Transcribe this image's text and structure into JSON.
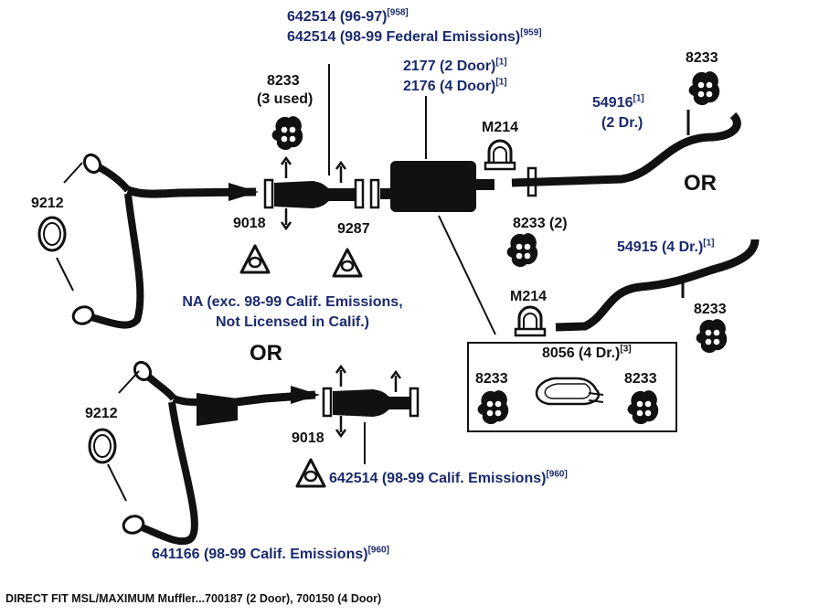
{
  "labels": {
    "p642514_a": "642514 (96-97)",
    "p642514_a_ref": "[958]",
    "p642514_b": "642514 (98-99 Federal Emissions)",
    "p642514_b_ref": "[959]",
    "p8233_top": "8233",
    "p3_used": "(3 used)",
    "p2177": "2177 (2 Door)",
    "p2177_ref": "[1]",
    "p2176": "2176 (4 Door)",
    "p2176_ref": "[1]",
    "m214_top": "M214",
    "p8233_right_top": "8233",
    "p54916": "54916",
    "p54916_ref": "[1]",
    "p2dr": "(2 Dr.)",
    "or_right": "OR",
    "p9212_top": "9212",
    "p9018_top": "9018",
    "p9287": "9287",
    "p8233_2": "8233 (2)",
    "p54915": "54915 (4 Dr.)",
    "p54915_ref": "[1]",
    "na_line1": "NA (exc. 98-99 Calif. Emissions,",
    "na_line2": "Not Licensed in Calif.)",
    "m214_mid": "M214",
    "p8233_right_mid": "8233",
    "or_mid": "OR",
    "p8056": "8056 (4 Dr.)",
    "p8056_ref": "[3]",
    "p8233_box_left": "8233",
    "p8233_box_right": "8233",
    "p9212_bottom": "9212",
    "p9018_bottom": "9018",
    "p642514_calif": "642514 (98-99 Calif. Emissions)",
    "p642514_calif_ref": "[960]",
    "p641166": "641166 (98-99 Calif. Emissions)",
    "p641166_ref": "[960]",
    "footer": "DIRECT FIT MSL/MAXIMUM Muffler...700187 (2 Door), 700150 (4 Door)"
  },
  "colors": {
    "part_blue": "#1a2a6e",
    "ink": "#111111"
  },
  "icons": [
    "hanger-icon",
    "clamp-icon",
    "gasket-icon",
    "donut-gasket-icon",
    "flange-gasket-icon",
    "strap-icon"
  ]
}
